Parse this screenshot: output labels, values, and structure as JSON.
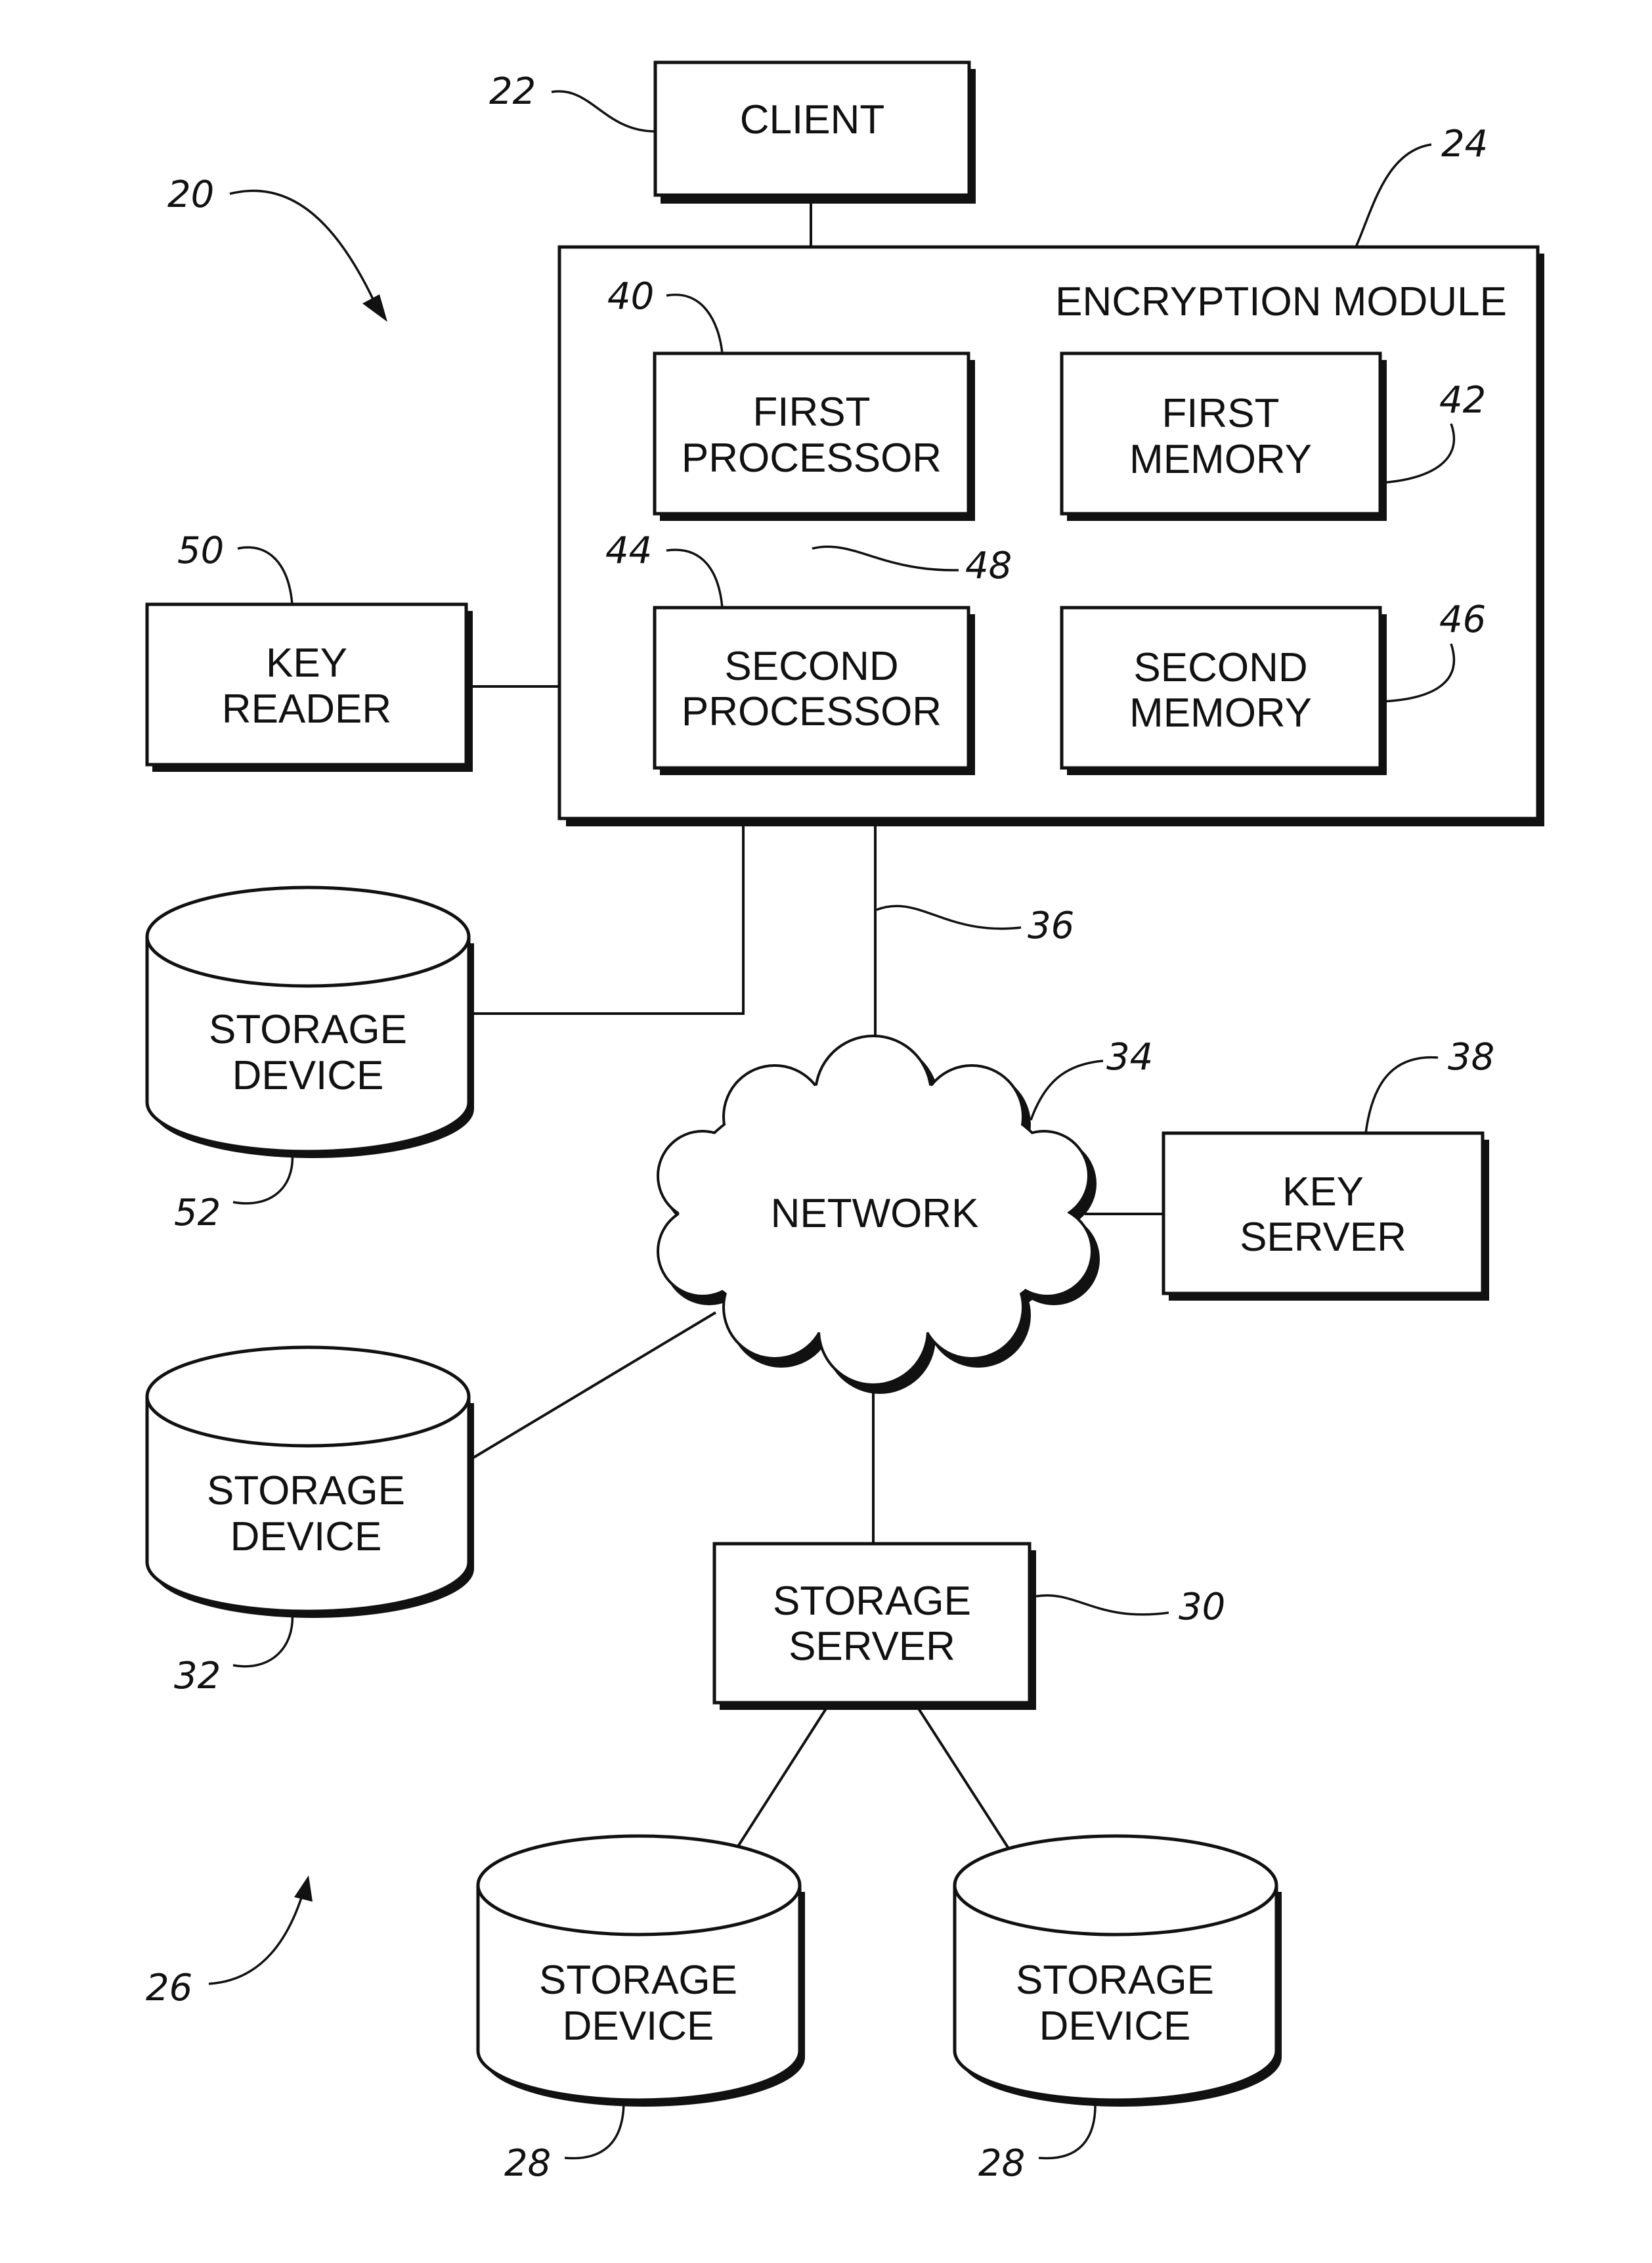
{
  "labels": {
    "client": "CLIENT",
    "encryption_module": "ENCRYPTION MODULE",
    "first_processor": [
      "FIRST",
      "PROCESSOR"
    ],
    "first_memory": [
      "FIRST",
      "MEMORY"
    ],
    "second_processor": [
      "SECOND",
      "PROCESSOR"
    ],
    "second_memory": [
      "SECOND",
      "MEMORY"
    ],
    "key_reader": [
      "KEY",
      "READER"
    ],
    "storage_device": [
      "STORAGE",
      "DEVICE"
    ],
    "network": "NETWORK",
    "key_server": [
      "KEY",
      "SERVER"
    ],
    "storage_server": [
      "STORAGE",
      "SERVER"
    ]
  },
  "refs": {
    "system": "20",
    "client": "22",
    "encryption_module": "24",
    "storage_cluster": "26",
    "cluster_storage_device": "28",
    "storage_server": "30",
    "storage_device_32": "32",
    "network": "34",
    "network_link": "36",
    "key_server": "38",
    "first_processor": "40",
    "first_memory": "42",
    "second_processor": "44",
    "second_memory": "46",
    "processor_link": "48",
    "key_reader": "50",
    "storage_device_52": "52"
  }
}
